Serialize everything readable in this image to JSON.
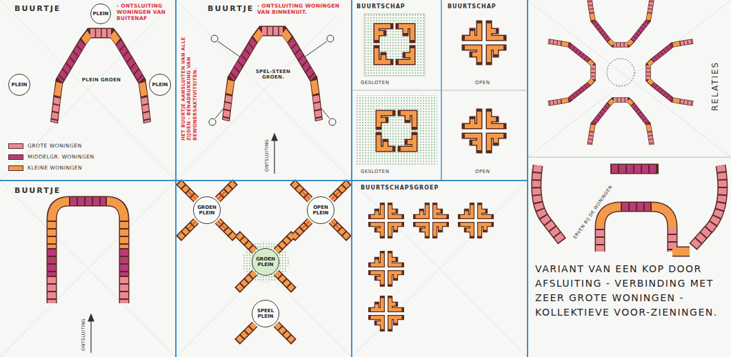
{
  "diagram": {
    "nodes": [
      {
        "text": [
          "PLEIN"
        ]
      },
      {
        "text": [
          "PLEIN"
        ]
      },
      {
        "text": [
          "PLEIN"
        ]
      },
      {
        "text": [
          "GROEN PLEIN"
        ]
      },
      {
        "text": [
          "OPEN PLEIN"
        ]
      },
      {
        "text": [
          "GROEN PLEIN"
        ]
      },
      {
        "text": [
          "SPEEL PLEIN"
        ]
      }
    ],
    "labels": [
      "BUURTJE",
      "- ONTSLUITING WONINGEN VAN BUITENAF",
      "PLEIN GROEN",
      "BUURTJE",
      "- ONTSLUITING WONINGEN VAN BINNENUIT.",
      "SPEL-STEEN GROEN.",
      "HET BUURTJE AANSLUITEN VAN ALLE ZIJDEN - BENADRUKKING VAN BEWONERSAKTIVITEITEN.",
      "ONTSLUITING",
      "BUURTSCHAP",
      "BUURTSCHAP",
      "GESLOTEN",
      "OPEN",
      "GESLOTEN",
      "OPEN",
      "RELATIES",
      "BUURTJE",
      "ONTSLUITING",
      "BUURTSCHAPSGROEP",
      "ERVEN BIJ DE WONINGEN",
      "VARIANT VAN EEN KOP DOOR AFSLUITING - VERBINDING MET ZEER GROTE WONINGEN - KOLLEKTIEVE VOOR-ZIENINGEN."
    ],
    "legend": [
      {
        "text": "GROTE WONINGEN",
        "color": "#e88a97"
      },
      {
        "text": "MIDDELGR. WONINGEN",
        "color": "#b83a78"
      },
      {
        "text": "KLEINE WONINGEN",
        "color": "#f39a4a"
      }
    ]
  }
}
